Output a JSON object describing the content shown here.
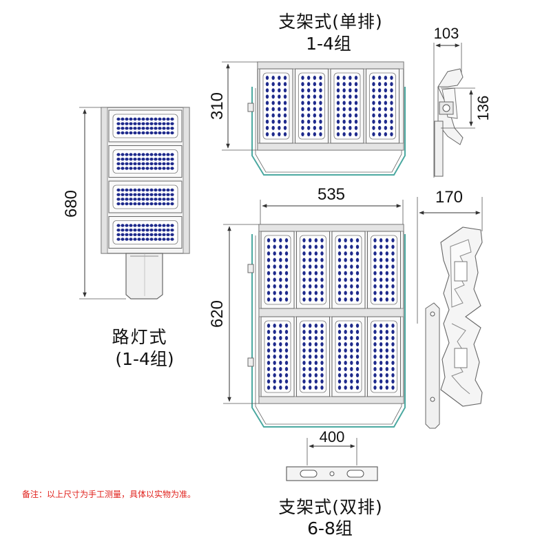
{
  "titles": {
    "bracket_single_l1": "支架式(单排)",
    "bracket_single_l2": "1-4组",
    "street_l1": "路灯式",
    "street_l2": "(1-4组)",
    "bracket_double_l1": "支架式(双排)",
    "bracket_double_l2": "6-8组"
  },
  "dimensions": {
    "street_height": "680",
    "single_height": "310",
    "side_depth": "103",
    "side_bracket": "136",
    "width": "535",
    "double_side_depth": "170",
    "double_height": "620",
    "mount_width": "400"
  },
  "note": "备注：以上尺寸为手工测量，具体以实物为准。",
  "colors": {
    "led": "#1e2a8c",
    "line": "#555555",
    "note": "#e0201b"
  }
}
